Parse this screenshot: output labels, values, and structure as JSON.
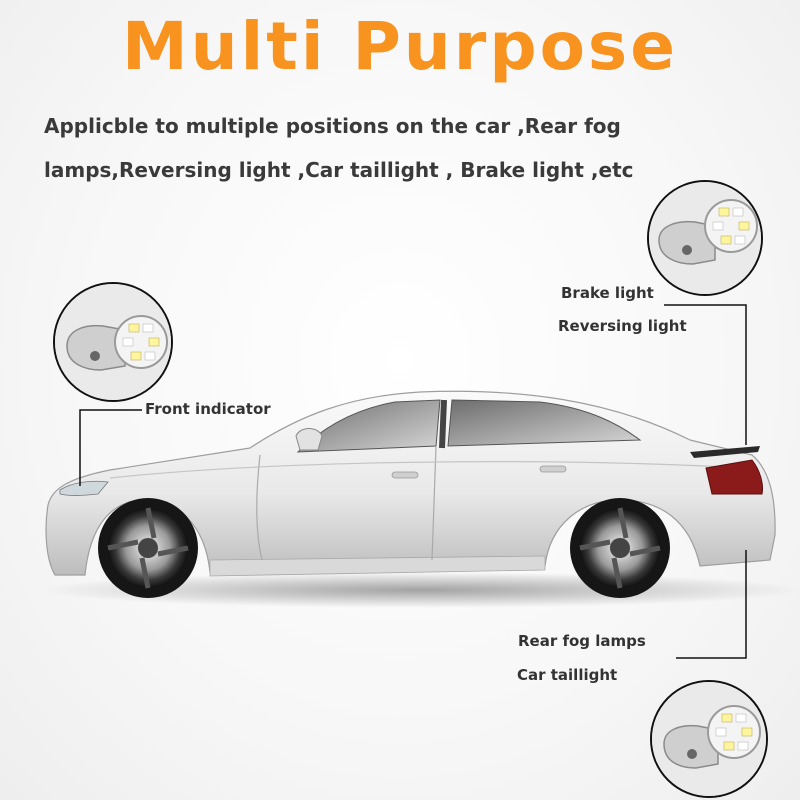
{
  "title": "Multi Purpose",
  "subtitle": "Applicble to multiple positions on the car ,Rear fog lamps,Reversing light ,Car taillight , Brake light ,etc",
  "callouts": {
    "front": {
      "label": "Front indicator"
    },
    "rear_top": {
      "labels": [
        "Brake light",
        "Reversing light"
      ]
    },
    "rear_bottom": {
      "labels": [
        "Rear fog lamps",
        "Car taillight"
      ]
    }
  },
  "colors": {
    "title": "#f7931e",
    "text": "#333333",
    "taillight": "#8b1a1a"
  }
}
